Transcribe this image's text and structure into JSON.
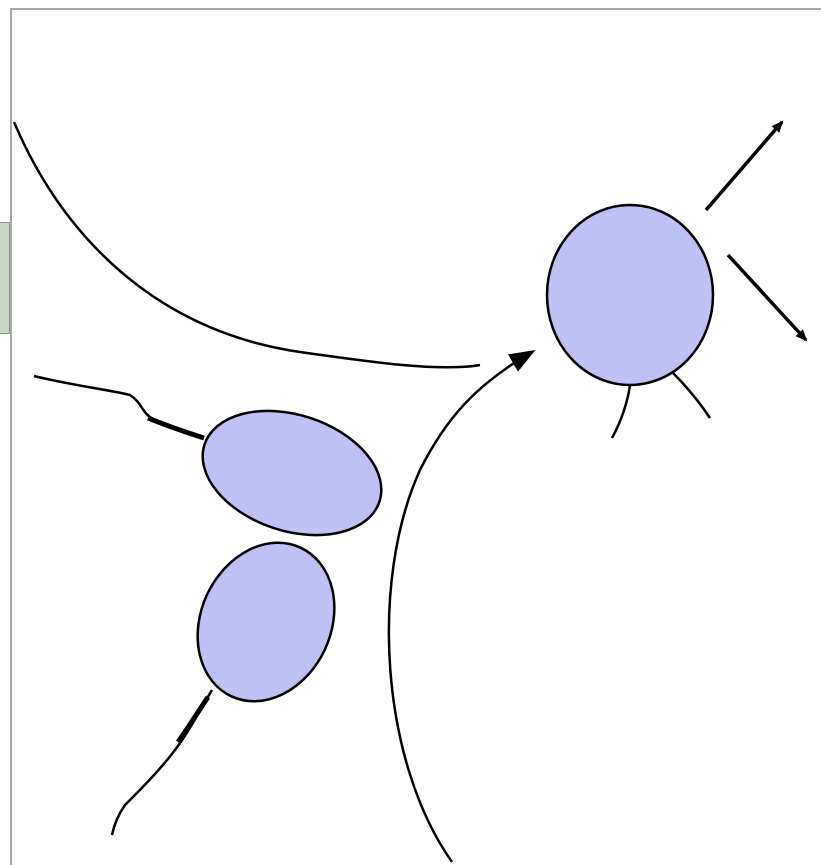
{
  "diagram": {
    "cell_fill": "#bfc0f5",
    "stroke_color": "#000000",
    "frame_border_color": "#a9a9a9",
    "side_tab_color": "#c7d5c7",
    "cells": [
      {
        "id": "target-cell",
        "shape": "ellipse"
      },
      {
        "id": "upper-flagellated-cell",
        "shape": "ellipse"
      },
      {
        "id": "lower-flagellated-cell",
        "shape": "ellipse"
      }
    ],
    "arrows": [
      {
        "id": "arc-arrow-from-top-left",
        "to": "target-cell"
      },
      {
        "id": "arc-arrow-from-bottom",
        "to": "target-cell"
      },
      {
        "id": "outgoing-arrow-upper-right",
        "from": "target-cell"
      },
      {
        "id": "outgoing-arrow-lower-right",
        "from": "target-cell"
      }
    ]
  }
}
